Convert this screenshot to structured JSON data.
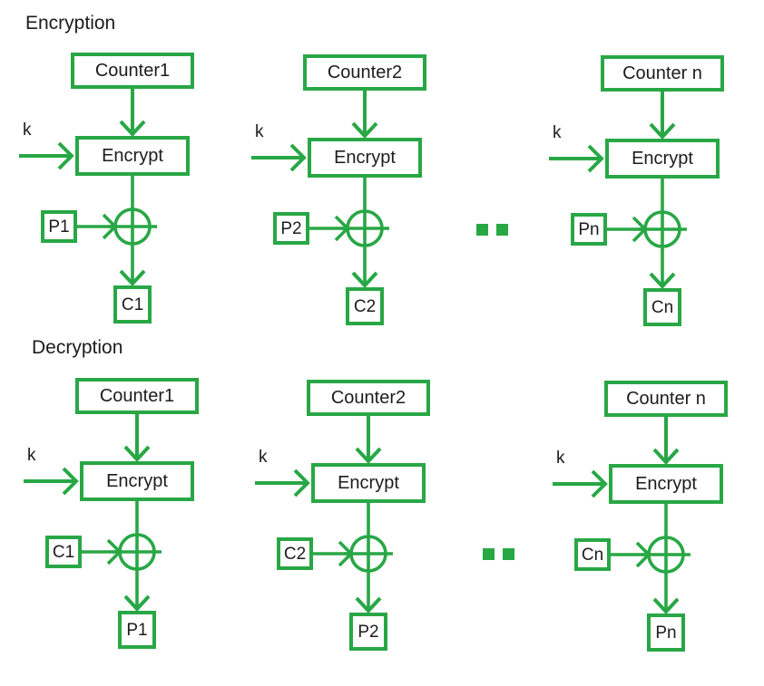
{
  "colors": {
    "accent": "#28a745",
    "text": "#1c1c1c",
    "background": "#ffffff"
  },
  "icons": {
    "xor_operator": "circle-plus",
    "flow_arrow": "chevron-arrow",
    "continuation": "two-filled-squares"
  },
  "sections": [
    {
      "title": "Encryption",
      "units": [
        {
          "counter": "Counter1",
          "key": "k",
          "cipher": "Encrypt",
          "input": "P1",
          "output": "C1"
        },
        {
          "counter": "Counter2",
          "key": "k",
          "cipher": "Encrypt",
          "input": "P2",
          "output": "C2"
        },
        {
          "counter": "Counter n",
          "key": "k",
          "cipher": "Encrypt",
          "input": "Pn",
          "output": "Cn"
        }
      ]
    },
    {
      "title": "Decryption",
      "units": [
        {
          "counter": "Counter1",
          "key": "k",
          "cipher": "Encrypt",
          "input": "C1",
          "output": "P1"
        },
        {
          "counter": "Counter2",
          "key": "k",
          "cipher": "Encrypt",
          "input": "C2",
          "output": "P2"
        },
        {
          "counter": "Counter n",
          "key": "k",
          "cipher": "Encrypt",
          "input": "Cn",
          "output": "Pn"
        }
      ]
    }
  ]
}
